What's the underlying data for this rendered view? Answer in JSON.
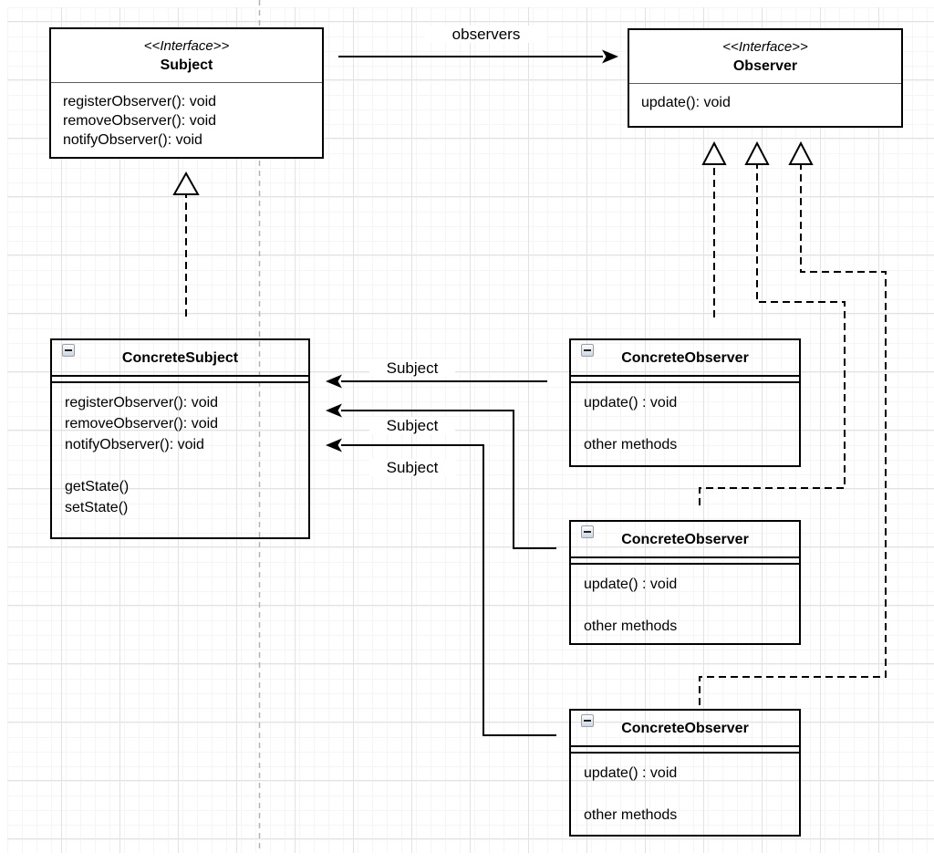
{
  "canvas": {
    "stroke_color": "#000000",
    "grid_minor_color": "#f5f5f5",
    "grid_major_color": "#e2e2e2",
    "page_divider_color": "#b3b3b3"
  },
  "classes": {
    "subject": {
      "stereotype": "<<Interface>>",
      "name": "Subject",
      "methods": [
        "registerObserver(): void",
        "removeObserver(): void",
        "notifyObserver(): void"
      ]
    },
    "observer": {
      "stereotype": "<<Interface>>",
      "name": "Observer",
      "methods": [
        "update(): void"
      ]
    },
    "concrete_subject": {
      "name": "ConcreteSubject",
      "methods": [
        "registerObserver(): void",
        "removeObserver(): void",
        "notifyObserver(): void",
        "",
        "getState()",
        "setState()"
      ]
    },
    "concrete_observers": [
      {
        "name": "ConcreteObserver",
        "methods": [
          "update() : void",
          "",
          "other methods"
        ]
      },
      {
        "name": "ConcreteObserver",
        "methods": [
          "update() : void",
          "",
          "other methods"
        ]
      },
      {
        "name": "ConcreteObserver",
        "methods": [
          "update() : void",
          "",
          "other methods"
        ]
      }
    ]
  },
  "edge_labels": {
    "observers": "observers",
    "subject_top": "Subject",
    "subject_middle": "Subject",
    "subject_bottom": "Subject"
  }
}
